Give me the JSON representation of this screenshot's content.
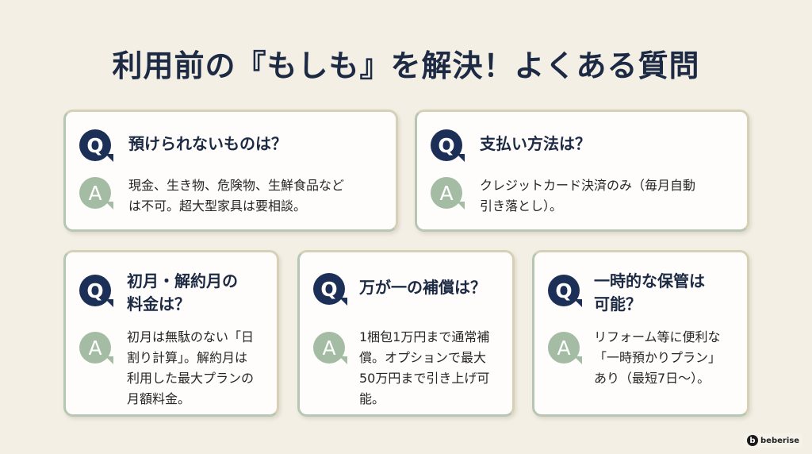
{
  "title": "利用前の『もしも』を解決！よくある質問",
  "icons": {
    "question": "Q",
    "answer": "A"
  },
  "colors": {
    "background": "#f3efe5",
    "title": "#1d2a44",
    "q_bubble": "#1b2f57",
    "a_bubble": "#a3bca3",
    "card": "#fefdfb"
  },
  "faqs": [
    {
      "question": "預けられないものは？",
      "answer": [
        "現金、生き物、危険物、生鮮食品など",
        "は不可。超大型家具は要相談。"
      ]
    },
    {
      "question": "支払い方法は？",
      "answer": [
        "クレジットカード決済のみ（毎月自動",
        "引き落とし）。"
      ]
    },
    {
      "question": [
        "初月・解約月の",
        "料金は？"
      ],
      "answer": [
        "初月は無駄のない「日",
        "割り計算」。解約月は",
        "利用した最大プランの",
        "月額料金。"
      ]
    },
    {
      "question": "万が一の補償は？",
      "answer": [
        "1梱包1万円まで通常補",
        "償。オプションで最大",
        "50万円まで引き上げ可",
        "能。"
      ]
    },
    {
      "question": [
        "一時的な保管は",
        "可能？"
      ],
      "answer": [
        "リフォーム等に便利な",
        "「一時預かりプラン」",
        "あり（最短7日〜）。"
      ]
    }
  ],
  "logo": {
    "mark": "b",
    "text": "beberise"
  }
}
